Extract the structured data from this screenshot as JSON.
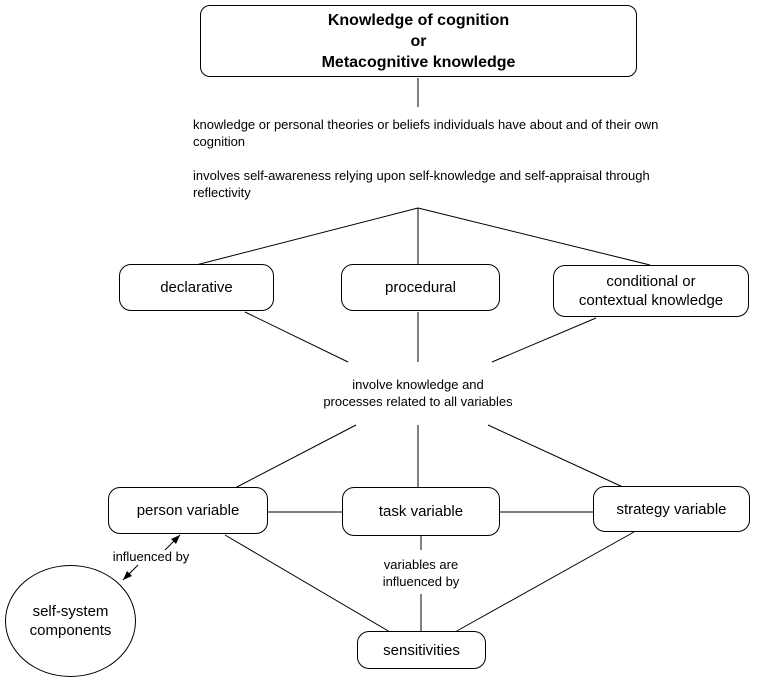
{
  "title": {
    "line1": "Knowledge of cognition",
    "line2": "or",
    "line3": "Metacognitive knowledge"
  },
  "description": {
    "p1": "knowledge or personal theories or beliefs individuals have about and of their own cognition",
    "p2": "involves self-awareness relying upon self-knowledge and self-appraisal through reflectivity"
  },
  "knowledge_types": {
    "declarative": "declarative",
    "procedural": "procedural",
    "conditional_line1": "conditional or",
    "conditional_line2": "contextual knowledge"
  },
  "involve_text": {
    "line1": "involve knowledge and",
    "line2": "processes related to all variables"
  },
  "variables": {
    "person": "person variable",
    "task": "task variable",
    "strategy": "strategy variable"
  },
  "influenced_by": "influenced by",
  "self_system": {
    "line1": "self-system",
    "line2": "components"
  },
  "variables_influenced": {
    "line1": "variables are",
    "line2": "influenced by"
  },
  "sensitivities": "sensitivities"
}
